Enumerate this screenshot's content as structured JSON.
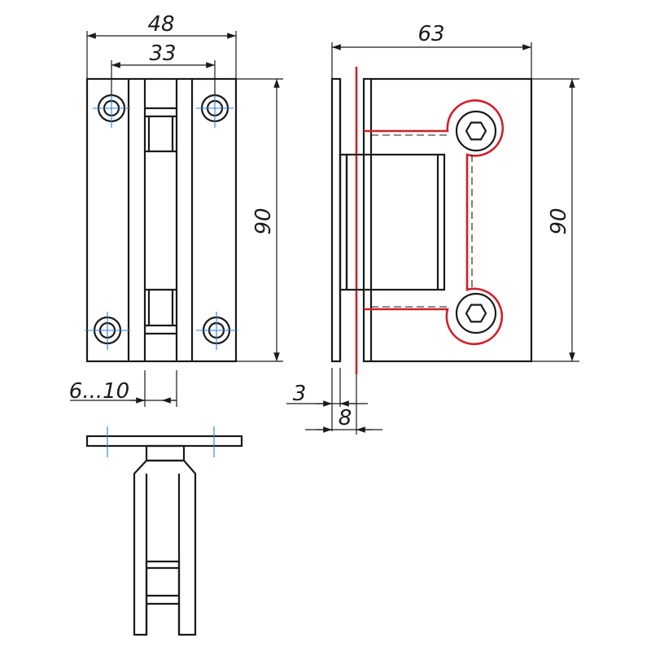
{
  "dimensions": {
    "width_total": "48",
    "hole_spacing": "33",
    "height_left": "90",
    "depth_total": "63",
    "height_right": "90",
    "glass_range": "6...10",
    "plate_thickness": "3",
    "offset": "8"
  },
  "colors": {
    "outline": "#1a1a1a",
    "contour_highlight": "#d0202a",
    "center_lines": "#2f7fd6"
  },
  "icons": [
    "hex-socket-screw-icon",
    "mounting-hole-icon"
  ]
}
